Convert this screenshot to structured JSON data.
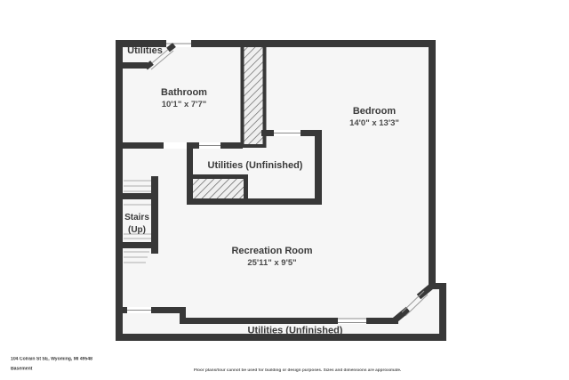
{
  "meta": {
    "address": "104 Colrain St SE, Wyoming, MI 49548",
    "floor_name": "Basement",
    "disclaimer": "Floor plans/tour cannot be used for building or design purposes. Sizes and dimensions are approximate."
  },
  "rooms": {
    "utilities_closet": {
      "label": "Utilities"
    },
    "bathroom": {
      "label": "Bathroom",
      "dimensions": "10'1\" x 7'7\""
    },
    "bedroom": {
      "label": "Bedroom",
      "dimensions": "14'0\" x 13'3\""
    },
    "utilities_mid": {
      "label": "Utilities (Unfinished)"
    },
    "stairs": {
      "label_line1": "Stairs",
      "label_line2": "(Up)"
    },
    "recreation": {
      "label": "Recreation Room",
      "dimensions": "25'11\" x 9'5\""
    },
    "utilities_bottom": {
      "label": "Utilities (Unfinished)"
    }
  },
  "colors": {
    "wall": "#383838",
    "floor": "#f6f6f6",
    "label": "#3a3a3a"
  }
}
